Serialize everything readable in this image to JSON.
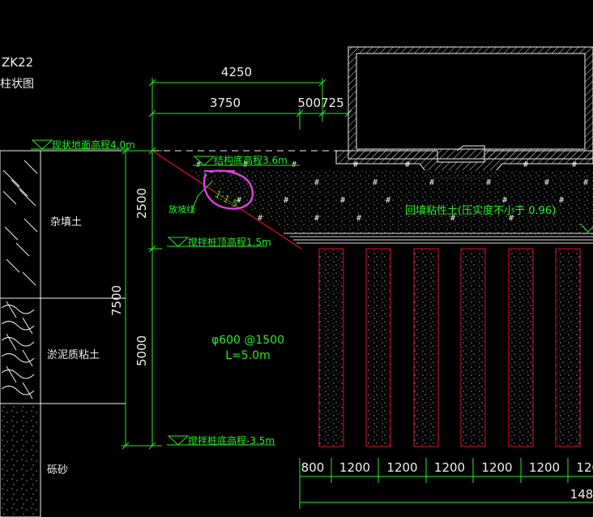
{
  "header": {
    "borehole_id": "ZK22",
    "borehole_label": "柱状图"
  },
  "dimensions": {
    "top_total": "4250",
    "top_slope_width": "3750",
    "top_small": "500725",
    "left_total": "7500",
    "left_upper": "2500",
    "left_lower": "5000",
    "bottom_first": "800",
    "bottom_spacing": "1200",
    "bottom_total": "148"
  },
  "elevations": {
    "ground": "现状地面高程4.0m",
    "structure_bottom": "结构底高程3.6m",
    "pile_top": "搅拌桩顶高程1.5m",
    "pile_bottom": "搅拌桩底高程-3.5m"
  },
  "labels": {
    "slope_line": "放坡线",
    "slope_ratio": "1:1.5",
    "backfill": "回填粘性土(压实度不小于 0.96)",
    "pile_spec": "φ600 @1500",
    "pile_length": "L=5.0m"
  },
  "soil_layers": [
    {
      "name": "杂填土"
    },
    {
      "name": "淤泥质粘土"
    },
    {
      "name": "砾砂"
    }
  ],
  "colors": {
    "background": "#000000",
    "dimension": "#22ee22",
    "drawing": "#f0f0f0",
    "pile_outline": "#e0102a",
    "annotation_circle": "#e040e0"
  }
}
